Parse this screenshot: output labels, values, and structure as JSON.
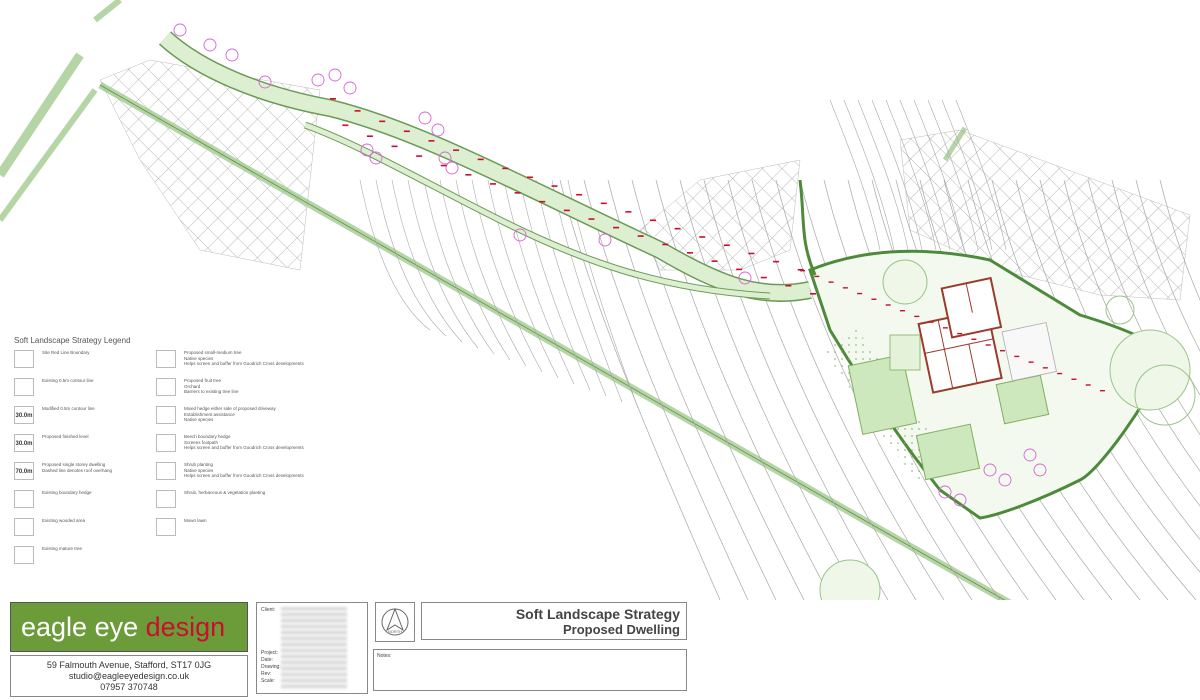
{
  "colors": {
    "contour": "#a8a8a8",
    "green_line": "#6c9a56",
    "green_fill": "#dcefd0",
    "hatch": "#9a9a9a",
    "marker": "#c8102e",
    "building": "#9b3b2a",
    "tree_circle": "#d466d4",
    "logo_bg": "#6c9b3a"
  },
  "legend": {
    "title": "Soft Landscape Strategy Legend",
    "items": [
      {
        "text": "Site Red Line Boundary",
        "swatch": "",
        "icon": "red-line-swatch"
      },
      {
        "text": "Existing 0.5m contour line",
        "swatch": "",
        "icon": "contour-swatch"
      },
      {
        "text": "Modified 0.5m contour line",
        "swatch": "30.0m",
        "icon": "modified-contour-swatch"
      },
      {
        "text": "Proposed finished level",
        "swatch": "30.0m",
        "icon": "level-swatch"
      },
      {
        "text": "Proposed single storey dwelling\nDashed line denotes roof overhang",
        "swatch": "70.0m",
        "icon": "dwelling-swatch"
      },
      {
        "text": "Existing boundary hedge",
        "swatch": "",
        "icon": "hedge-swatch"
      },
      {
        "text": "Existing wooded area",
        "swatch": "",
        "icon": "wood-swatch"
      },
      {
        "text": "Existing mature tree",
        "swatch": "",
        "icon": "tree-swatch"
      },
      {
        "text": "Proposed small-medium tree\nNative species\nHelps screen and buffer from Goodrich Cross developments",
        "swatch": "",
        "icon": "small-tree-swatch"
      },
      {
        "text": "Proposed fruit tree\nOrchard\nBarriers to existing tree line",
        "swatch": "",
        "icon": "fruit-tree-swatch"
      },
      {
        "text": "Mixed hedge either side of proposed driveway\nEstablishment assistance\nNative species",
        "swatch": "",
        "icon": "mixed-hedge-swatch"
      },
      {
        "text": "Beech boundary hedge\nScreens footpath\nHelps screen and buffer from Goodrich Cross developments",
        "swatch": "",
        "icon": "beech-hedge-swatch"
      },
      {
        "text": "Shrub planting\nNative species\nHelps screen and buffer from Goodrich Cross developments",
        "swatch": "",
        "icon": "shrub-swatch"
      },
      {
        "text": "Shrub, herbaceous & vegetation planting",
        "swatch": "",
        "icon": "herbaceous-swatch"
      },
      {
        "text": "Mown lawn",
        "swatch": "",
        "icon": "lawn-swatch"
      }
    ]
  },
  "title_block": {
    "logo_part1": "eagle eye ",
    "logo_part2": "design",
    "address_line1": "59 Falmouth Avenue, Stafford, ST17 0JG",
    "address_line2": "studio@eagleeyedesign.co.uk",
    "address_line3": "07957 370748",
    "client_labels": [
      "Client:",
      "Project:",
      "Date:",
      "Drawing:",
      "Rev:",
      "Scale:"
    ],
    "compass_label": "NORTH",
    "drawing_title": "Soft Landscape Strategy",
    "drawing_subtitle": "Proposed Dwelling",
    "notes_label": "Notes:"
  }
}
